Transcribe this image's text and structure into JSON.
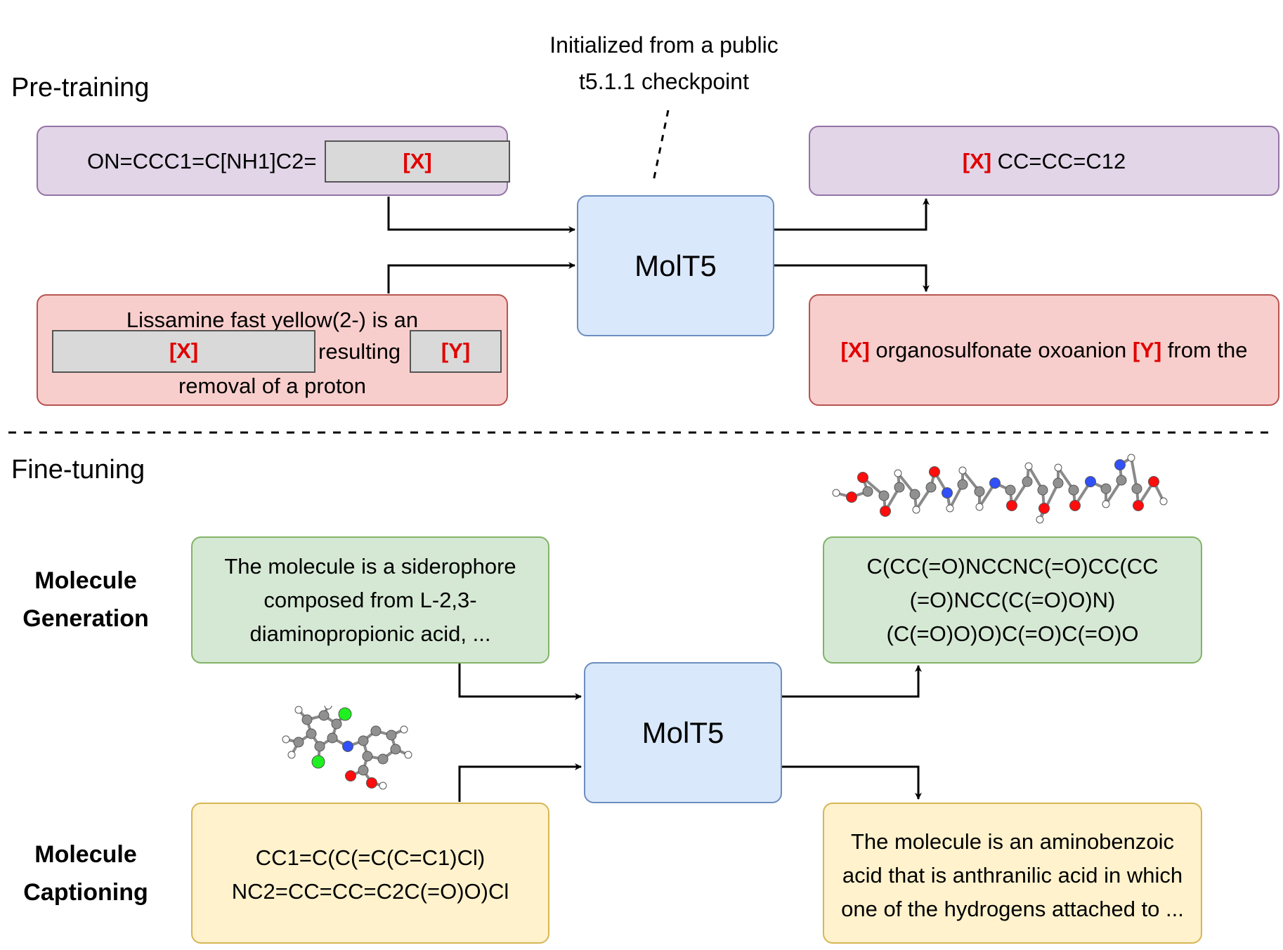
{
  "pretraining": {
    "title": "Pre-training",
    "note_line1": "Initialized from a public",
    "note_line2": "t5.1.1 checkpoint",
    "model": "MolT5",
    "smiles_input_prefix": "ON=CCC1=C[NH1]C2=",
    "mask_x": "[X]",
    "mask_y": "[Y]",
    "text_input_line1": "Lissamine fast yellow(2-) is an",
    "text_input_mid": "resulting",
    "text_input_line3": "removal of a proton",
    "smiles_output_rest": "CC=CC=C12",
    "text_output_part1": "organosulfonate oxoanion",
    "text_output_part2": "from the"
  },
  "finetuning": {
    "title": "Fine-tuning",
    "model": "MolT5",
    "generation_label_1": "Molecule",
    "generation_label_2": "Generation",
    "captioning_label_1": "Molecule",
    "captioning_label_2": "Captioning",
    "gen_input_line1": "The molecule is a siderophore",
    "gen_input_line2": "composed from L-2,3-",
    "gen_input_line3": "diaminopropionic acid, ...",
    "gen_output_line1": "C(CC(=O)NCCNC(=O)CC(CC",
    "gen_output_line2": "(=O)NCC(C(=O)O)N)",
    "gen_output_line3": "(C(=O)O)O)C(=O)C(=O)O",
    "cap_input_line1": "CC1=C(C(=C(C=C1)Cl)",
    "cap_input_line2": "NC2=CC=CC=C2C(=O)O)Cl",
    "cap_output_line1": "The molecule is an aminobenzoic",
    "cap_output_line2": "acid that is anthranilic acid in which",
    "cap_output_line3": "one of the hydrogens attached to ..."
  },
  "colors": {
    "purple_fill": "#e1d5e7",
    "purple_stroke": "#9673a6",
    "red_fill": "#f8cecc",
    "red_stroke": "#b85450",
    "blue_fill": "#dae8fc",
    "blue_stroke": "#6c8ebf",
    "green_fill": "#d5e8d4",
    "green_stroke": "#82b366",
    "yellow_fill": "#fff2cc",
    "yellow_stroke": "#d6b656",
    "mask_token": "#e00000",
    "atom_carbon": "#909090",
    "atom_hydrogen": "#ffffff",
    "atom_oxygen": "#ff0d0d",
    "atom_nitrogen": "#3050f8",
    "atom_chlorine": "#1ff01f"
  },
  "icons": [
    "molecule-3d-siderophore-icon",
    "molecule-3d-tolfenamic-acid-icon"
  ]
}
